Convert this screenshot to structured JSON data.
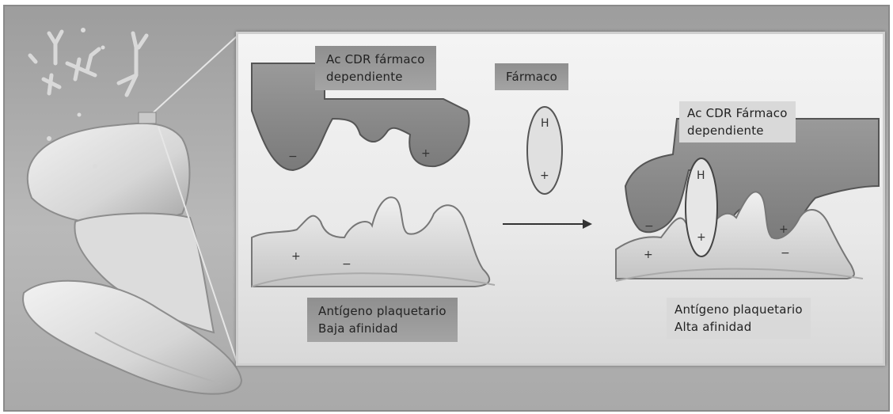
{
  "labels": {
    "antibody_left": {
      "line1": "Ac CDR fármaco",
      "line2": "dependiente"
    },
    "drug": "Fármaco",
    "antibody_right": {
      "line1": "Ac CDR  Fármaco",
      "line2": "dependiente"
    },
    "antigen_left": {
      "line1": "Antígeno plaquetario",
      "line2": "Baja afinidad"
    },
    "antigen_right": {
      "line1": "Antígeno plaquetario",
      "line2": "Alta afinidad"
    }
  },
  "symbols": {
    "minus": "−",
    "plus": "+",
    "hapten": "H"
  }
}
